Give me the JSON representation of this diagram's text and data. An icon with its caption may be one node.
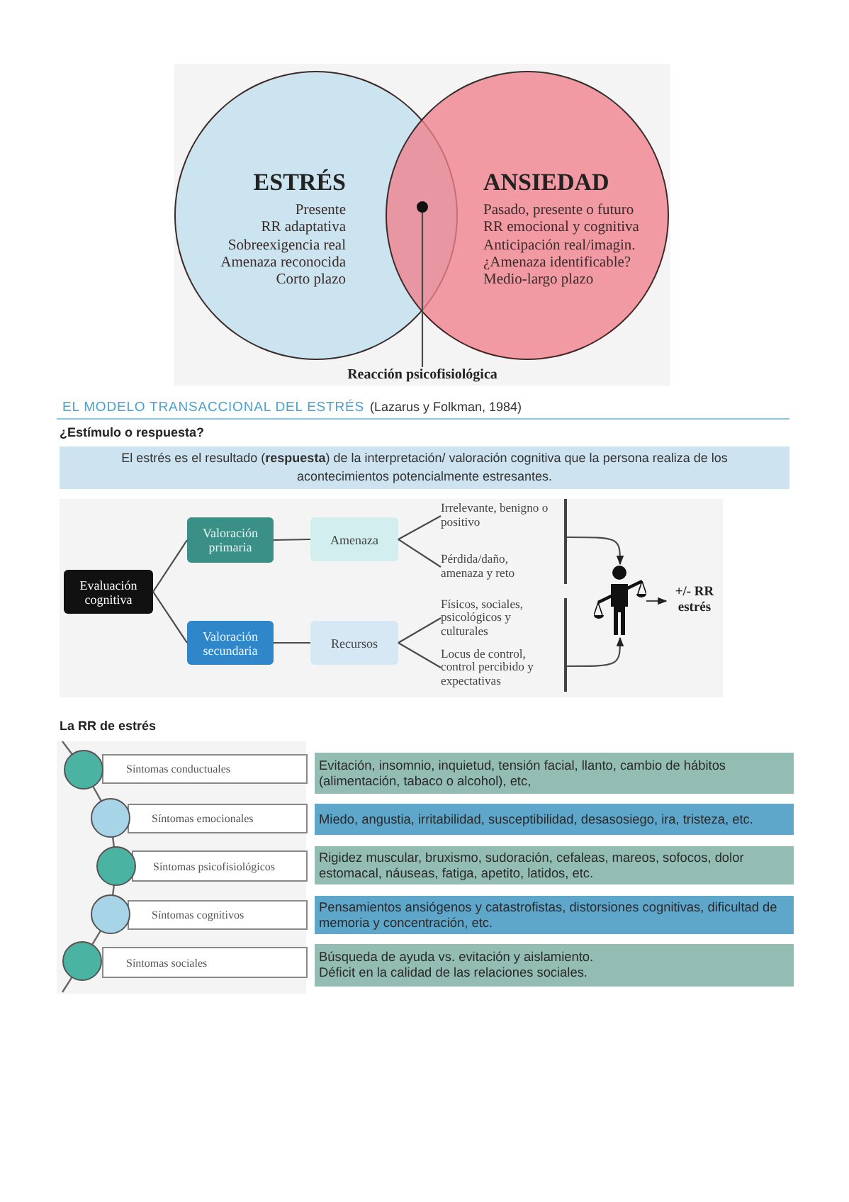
{
  "diagram": {
    "nodes": [
      {
        "text": [
          "ESTRÉS",
          "Presente",
          "RR adaptativa",
          "Sobreexigencia real",
          "Amenaza reconocida",
          "Corto plazo"
        ]
      },
      {
        "text": [
          "ANSIEDAD",
          "Pasado, presente o futuro",
          "RR emocional y cognitiva",
          "Anticipación real/imagin.",
          "¿Amenaza identificable?",
          "Medio-largo plazo"
        ]
      },
      {
        "text": [],
        "shape": "circle"
      },
      {
        "text": [
          "Reacción psicofisiológica"
        ]
      },
      {
        "text": [
          "El estrés es el resultado (**respuesta**) de la interpretación/ valoración cognitiva que la persona realiza de los acontecimientos potencialmente estresantes."
        ]
      },
      {
        "text": [
          "Evaluación cognitiva"
        ]
      },
      {
        "text": [
          "Valoración primaria"
        ]
      },
      {
        "text": [
          "Valoración secundaria"
        ]
      },
      {
        "text": [
          "Amenaza"
        ]
      },
      {
        "text": [
          "Recursos"
        ]
      },
      {
        "text": [
          "Irrelevante, benigno o positivo"
        ]
      },
      {
        "text": [
          "Pérdida/daño, amenaza y reto"
        ]
      },
      {
        "text": [
          "Físicos, sociales, psicológicos y culturales"
        ]
      },
      {
        "text": [
          "Locus de control, control percibido y expectativas"
        ]
      },
      {
        "text": [],
        "shape": "person"
      },
      {
        "text": [
          "+/- RR estrés"
        ]
      },
      {
        "text": [
          "Síntomas conductuales"
        ]
      },
      {
        "text": [
          "Evitación, insomnio, inquietud, tensión facial, llanto, cambio de hábitos (alimentación, tabaco o alcohol), etc,"
        ]
      },
      {
        "text": [
          "Síntomas emocionales"
        ]
      },
      {
        "text": [
          "Miedo, angustia, irritabilidad, susceptibilidad, desasosiego, ira, tristeza, etc."
        ]
      },
      {
        "text": [
          "Síntomas psicofisiológicos"
        ]
      },
      {
        "text": [
          "Rigidez muscular, bruxismo, sudoración, cefaleas, mareos, sofocos, dolor estomacal, náuseas, fatiga, apetito, latidos, etc."
        ]
      },
      {
        "text": [
          "Síntomas cognitivos"
        ]
      },
      {
        "text": [
          "Pensamientos ansiógenos y catastrofistas, distorsiones cognitivas, dificultad de memoria y concentración, etc."
        ]
      },
      {
        "text": [
          "Síntomas sociales"
        ]
      },
      {
        "text": [
          "Búsqueda de ayuda vs. evitación y aislamiento.",
          "Déficit en la calidad de las relaciones sociales."
        ]
      },
      {
        "text": [],
        "shape": "bar"
      },
      {
        "text": [],
        "shape": "bar"
      }
    ],
    "edges": [
      {
        "from": 2,
        "to": 3,
        "arrow": "none"
      },
      {
        "from": 5,
        "to": 6,
        "arrow": "none"
      },
      {
        "from": 5,
        "to": 7,
        "arrow": "none"
      },
      {
        "from": 6,
        "to": 8,
        "arrow": "none"
      },
      {
        "from": 7,
        "to": 9,
        "arrow": "none"
      },
      {
        "from": 8,
        "to": 10,
        "arrow": "none"
      },
      {
        "from": 8,
        "to": 11,
        "arrow": "none"
      },
      {
        "from": 9,
        "to": 12,
        "arrow": "none"
      },
      {
        "from": 9,
        "to": 13,
        "arrow": "none"
      },
      {
        "from": 26,
        "to": 14,
        "arrow": "to"
      },
      {
        "from": 27,
        "to": 14,
        "arrow": "to"
      },
      {
        "from": 14,
        "to": 15,
        "arrow": "to"
      }
    ],
    "labels": [
      "EL MODELO TRANSACCIONAL DEL ESTRÉS",
      "(Lazarus y Folkman, 1984)",
      "¿Estímulo o respuesta?",
      "La RR de estrés"
    ]
  }
}
